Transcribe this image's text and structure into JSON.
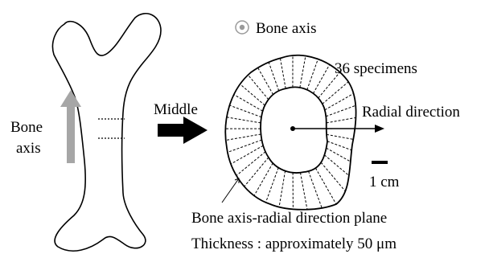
{
  "labels": {
    "bone_axis_left_line1": "Bone",
    "bone_axis_left_line2": "axis",
    "middle": "Middle",
    "bone_axis_legend": "Bone axis",
    "specimens": "36 specimens",
    "radial_direction": "Radial direction",
    "scale": "1 cm",
    "plane": "Bone axis-radial direction plane",
    "thickness": "Thickness : approximately 50 μm"
  },
  "diagram": {
    "specimen_count": 36
  },
  "colors": {
    "ink": "#000000",
    "up_arrow": "#a6a6a6",
    "legend_ring": "#9a9a9a"
  }
}
